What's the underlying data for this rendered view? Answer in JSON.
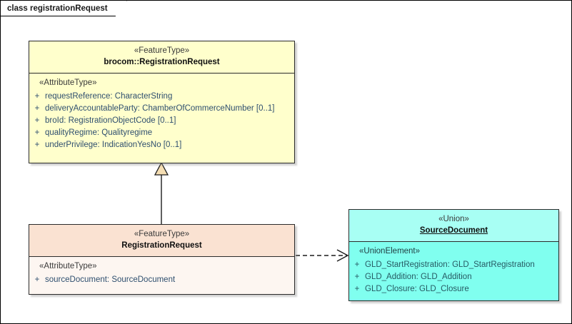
{
  "frame": {
    "title": "class registrationRequest"
  },
  "colors": {
    "feature_type_fill": "#FFFFCC",
    "local_class_header_fill": "#FAE2D2",
    "local_class_body_fill": "#FDF6F1",
    "union_header_fill": "#A8FFF4",
    "union_body_fill": "#80FFEF",
    "border": "#2B2B2B",
    "attribute_text": "#2F4F6F",
    "generalization_arrow_fill": "#F5DEB3"
  },
  "classes": [
    {
      "id": "brocom-registrationrequest",
      "stereotype": "«FeatureType»",
      "name": "brocom::RegistrationRequest",
      "name_underlined": false,
      "compartment_stereotype": "«AttributeType»",
      "attributes": [
        {
          "visibility": "+",
          "text": "requestReference: CharacterString"
        },
        {
          "visibility": "+",
          "text": "deliveryAccountableParty: ChamberOfCommerceNumber [0..1]"
        },
        {
          "visibility": "+",
          "text": "broId: RegistrationObjectCode [0..1]"
        },
        {
          "visibility": "+",
          "text": "qualityRegime: Qualityregime"
        },
        {
          "visibility": "+",
          "text": "underPrivilege: IndicationYesNo [0..1]"
        }
      ]
    },
    {
      "id": "registrationrequest",
      "stereotype": "«FeatureType»",
      "name": "RegistrationRequest",
      "name_underlined": false,
      "compartment_stereotype": "«AttributeType»",
      "attributes": [
        {
          "visibility": "+",
          "text": "sourceDocument: SourceDocument"
        }
      ]
    },
    {
      "id": "sourcedocument",
      "stereotype": "«Union»",
      "name": "SourceDocument",
      "name_underlined": true,
      "compartment_stereotype": "«UnionElement»",
      "attributes": [
        {
          "visibility": "+",
          "text": "GLD_StartRegistration: GLD_StartRegistration"
        },
        {
          "visibility": "+",
          "text": "GLD_Addition: GLD_Addition"
        },
        {
          "visibility": "+",
          "text": "GLD_Closure: GLD_Closure"
        }
      ]
    }
  ],
  "connectors": [
    {
      "id": "generalization",
      "type": "generalization",
      "from": "registrationrequest",
      "to": "brocom-registrationrequest",
      "style": "solid",
      "arrowhead": "hollow-triangle"
    },
    {
      "id": "dependency",
      "type": "dependency",
      "from": "registrationrequest",
      "to": "sourcedocument",
      "style": "dashed",
      "arrowhead": "open-arrow"
    }
  ]
}
